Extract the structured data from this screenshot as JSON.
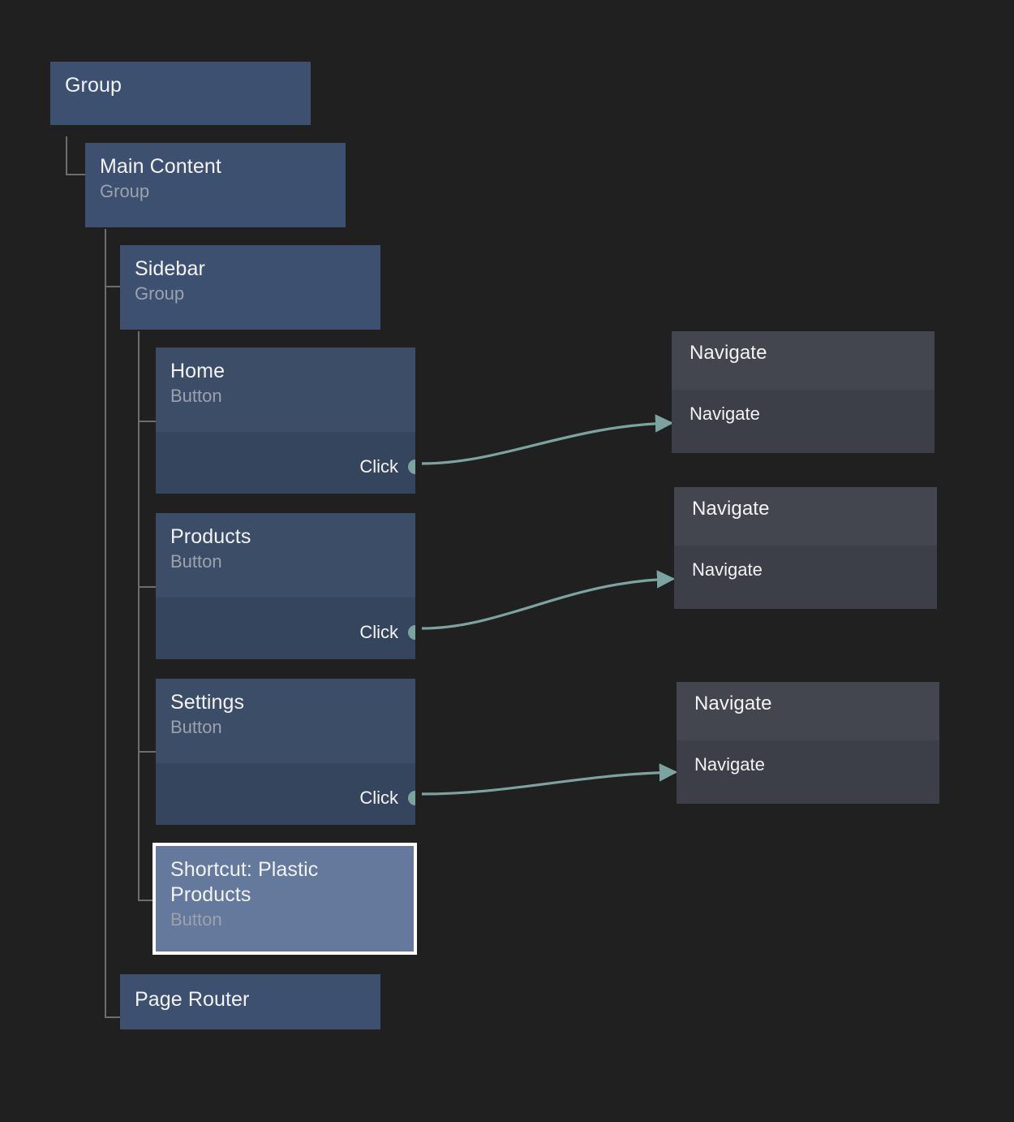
{
  "canvas": {
    "background": "#202020",
    "accent_edge_color": "#7ba4a0",
    "node_group_color": "#3e5070",
    "node_button_header_color": "#3c4d68",
    "node_button_body_color": "#35455d",
    "node_action_header_color": "#44464f",
    "node_action_body_color": "#3c3e48",
    "selected_border_color": "#ffffff",
    "selected_fill_color": "#64799c",
    "tree_line_color": "#6d6d6d"
  },
  "nodes": {
    "root_group": {
      "title": "Group",
      "subtitle": ""
    },
    "main_content": {
      "title": "Main Content",
      "subtitle": "Group"
    },
    "sidebar": {
      "title": "Sidebar",
      "subtitle": "Group"
    },
    "home_button": {
      "title": "Home",
      "subtitle": "Button",
      "port": "Click"
    },
    "products_button": {
      "title": "Products",
      "subtitle": "Button",
      "port": "Click"
    },
    "settings_button": {
      "title": "Settings",
      "subtitle": "Button",
      "port": "Click"
    },
    "shortcut_button": {
      "title": "Shortcut: Plastic\nProducts",
      "subtitle": "Button"
    },
    "page_router": {
      "title": "Page Router",
      "subtitle": ""
    },
    "navigate_1": {
      "title": "Navigate",
      "action": "Navigate"
    },
    "navigate_2": {
      "title": "Navigate",
      "action": "Navigate"
    },
    "navigate_3": {
      "title": "Navigate",
      "action": "Navigate"
    }
  }
}
